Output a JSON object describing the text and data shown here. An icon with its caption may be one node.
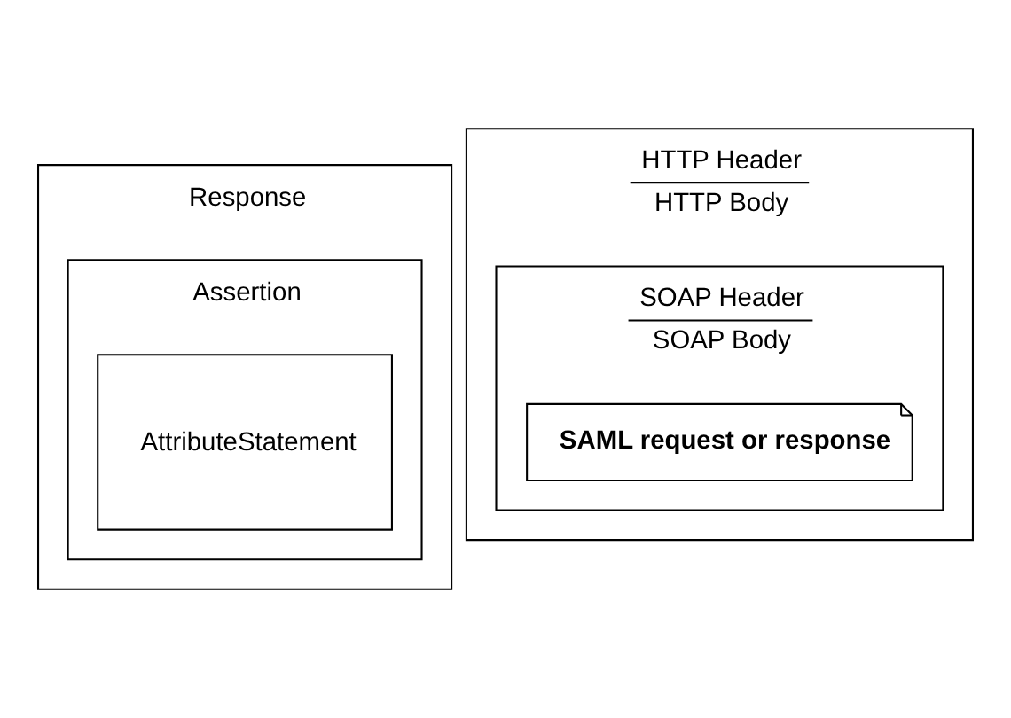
{
  "diagram": {
    "nodes": [
      {
        "text": [
          "Response"
        ]
      },
      {
        "text": [
          "Assertion"
        ],
        "in": 0
      },
      {
        "text": [
          "AttributeStatement"
        ],
        "in": 1
      },
      {
        "text": [
          "HTTP Header",
          "HTTP Body"
        ]
      },
      {
        "text": [
          "SOAP Header",
          "SOAP Body"
        ],
        "in": 3
      },
      {
        "text": [
          "SAML request or response"
        ],
        "in": 4
      }
    ],
    "edges": []
  }
}
